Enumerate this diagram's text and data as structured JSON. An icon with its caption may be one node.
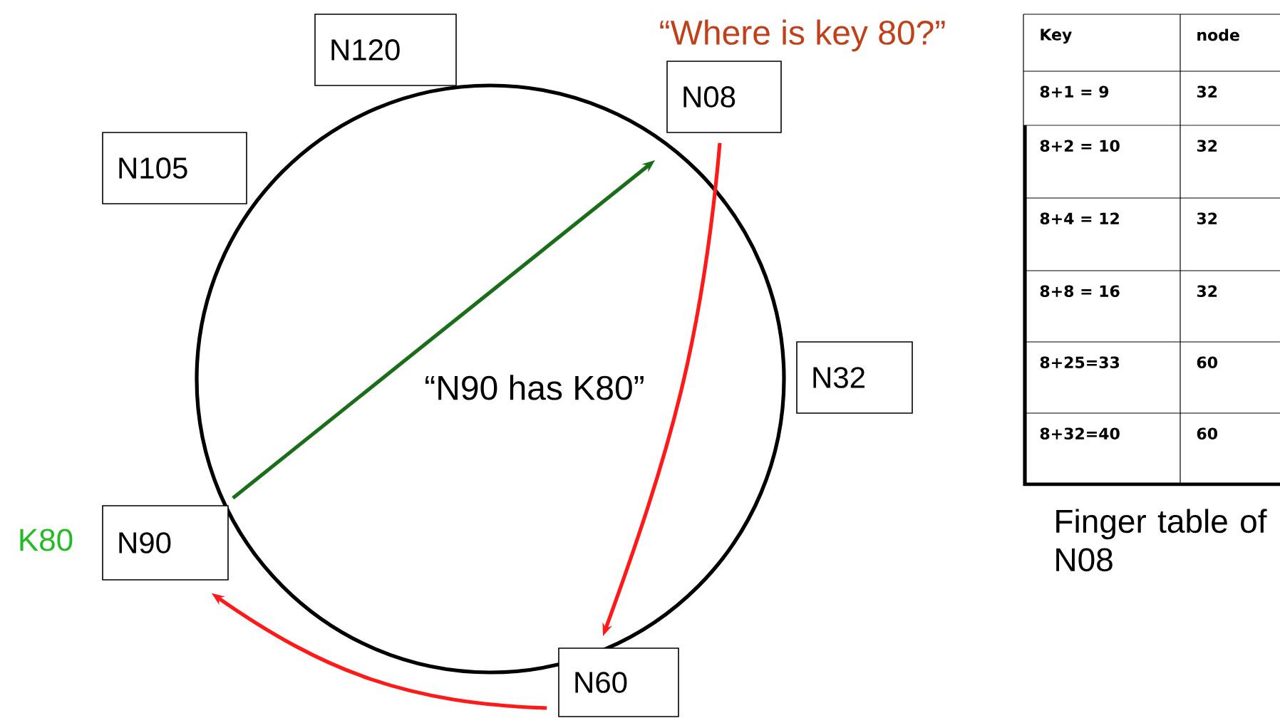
{
  "diagram": {
    "nodes": [
      {
        "text": [
          "N120"
        ]
      },
      {
        "text": [
          "N08"
        ],
        "beside": [
          "“Where is key 80?”"
        ]
      },
      {
        "text": [
          "N105"
        ]
      },
      {
        "text": [
          "N32"
        ]
      },
      {
        "text": [
          "N90"
        ],
        "beside": [
          "K80"
        ]
      },
      {
        "text": [
          "N60"
        ]
      }
    ],
    "edges": [
      {
        "from": 1,
        "to": 5,
        "arrow": "to"
      },
      {
        "from": 5,
        "to": 4,
        "arrow": "to"
      },
      {
        "from": 4,
        "to": 1,
        "arrow": "to",
        "color": "#1a6e1a",
        "label": "“N90 has K80”"
      }
    ],
    "labels": [
      "Key",
      "node",
      "8+1 = 9",
      "32",
      "8+2 = 10",
      "32",
      "8+4 = 12",
      "32",
      "8+8 = 16",
      "32",
      "8+25=33",
      "60",
      "8+32=40",
      "60",
      "Finger table of N08"
    ]
  }
}
